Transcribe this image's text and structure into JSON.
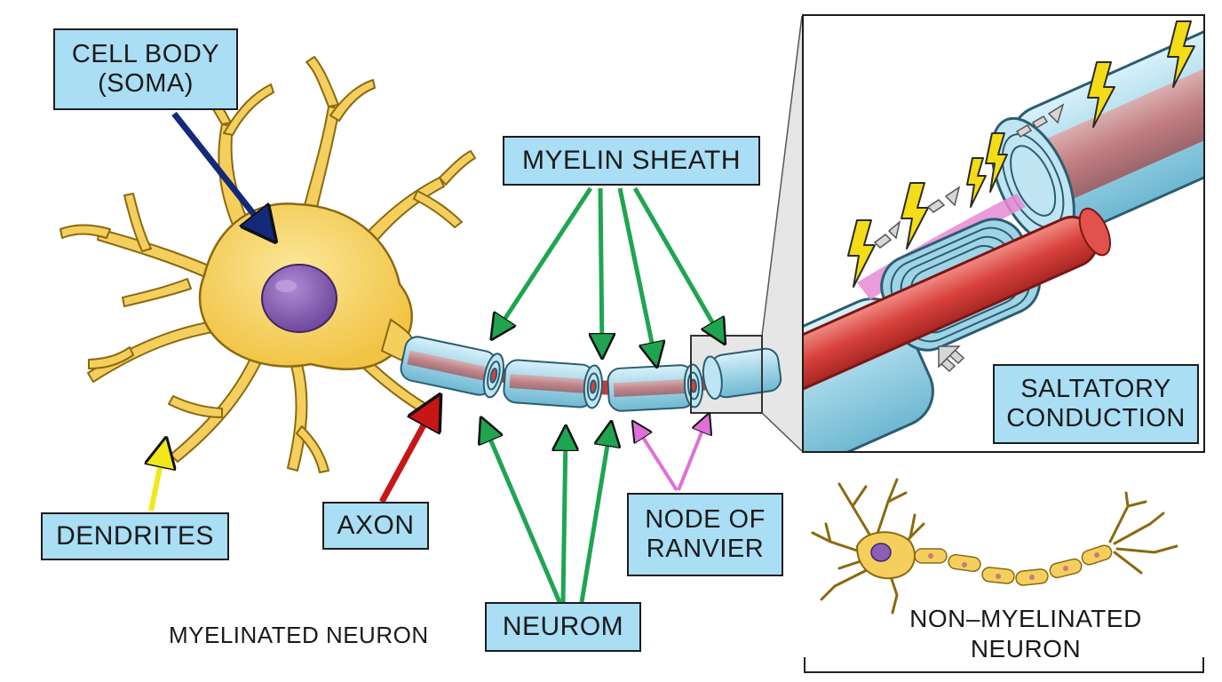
{
  "labels": {
    "cell_body": [
      "CELL BODY",
      "(SOMA)"
    ],
    "myelin_sheath": "MYELIN SHEATH",
    "saltatory": [
      "SALTATORY",
      "CONDUCTION"
    ],
    "dendrites": "DENDRITES",
    "axon": "AXON",
    "node_of_ranvier": [
      "NODE OF",
      "RANVIER"
    ],
    "neurom": "NEUROM",
    "myelinated_neuron": "MYELINATED NEURON",
    "non_myelinated_neuron": [
      "NON–MYELINATED",
      "NEURON"
    ]
  },
  "colors": {
    "label_fill": "#a9def4",
    "soma": "#f5cf5e",
    "nucleus": "#8a5fb5",
    "myelin": "#9fd4e6",
    "axon_core": "#d8413c",
    "arrow_soma": "#13297a",
    "arrow_myelin": "#1fa550",
    "arrow_axon": "#c81616",
    "arrow_node": "#e070d8",
    "arrow_dendrite": "#f1e81a",
    "lightning": "#f4dc16"
  },
  "icons": [
    "lightning-bolt-icon",
    "dashed-arrow-icon"
  ]
}
